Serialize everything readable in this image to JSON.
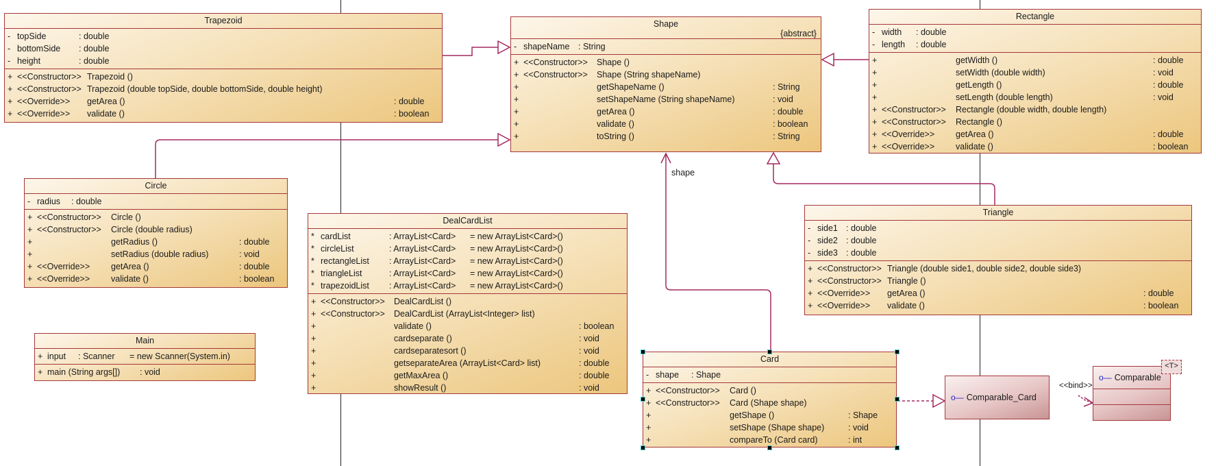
{
  "diagram": {
    "classes": {
      "trapezoid": {
        "name": "Trapezoid",
        "attributes": [
          {
            "vis": "-",
            "name": "topSide",
            "type": ": double"
          },
          {
            "vis": "-",
            "name": "bottomSide",
            "type": ": double"
          },
          {
            "vis": "-",
            "name": "height",
            "type": ": double"
          }
        ],
        "operations": [
          {
            "vis": "+",
            "stereo": "<<Constructor>>",
            "sig": "Trapezoid ()",
            "ret": ""
          },
          {
            "vis": "+",
            "stereo": "<<Constructor>>",
            "sig": "Trapezoid (double topSide, double bottomSide, double height)",
            "ret": ""
          },
          {
            "vis": "+",
            "stereo": "<<Override>>",
            "sig": "getArea ()",
            "ret": ": double"
          },
          {
            "vis": "+",
            "stereo": "<<Override>>",
            "sig": "validate ()",
            "ret": ": boolean"
          }
        ]
      },
      "shape": {
        "name": "Shape",
        "modifier": "{abstract}",
        "attributes": [
          {
            "vis": "-",
            "name": "shapeName",
            "type": ": String"
          }
        ],
        "operations": [
          {
            "vis": "+",
            "stereo": "<<Constructor>>",
            "sig": "Shape ()",
            "ret": ""
          },
          {
            "vis": "+",
            "stereo": "<<Constructor>>",
            "sig": "Shape (String shapeName)",
            "ret": ""
          },
          {
            "vis": "+",
            "stereo": "",
            "sig": "getShapeName ()",
            "ret": ": String"
          },
          {
            "vis": "+",
            "stereo": "",
            "sig": "setShapeName (String shapeName)",
            "ret": ": void"
          },
          {
            "vis": "+",
            "stereo": "",
            "sig": "getArea ()",
            "ret": ": double"
          },
          {
            "vis": "+",
            "stereo": "",
            "sig": "validate ()",
            "ret": ": boolean"
          },
          {
            "vis": "+",
            "stereo": "",
            "sig": "toString ()",
            "ret": ": String"
          }
        ]
      },
      "rectangle": {
        "name": "Rectangle",
        "attributes": [
          {
            "vis": "-",
            "name": "width",
            "type": ": double"
          },
          {
            "vis": "-",
            "name": "length",
            "type": ": double"
          }
        ],
        "operations": [
          {
            "vis": "+",
            "stereo": "",
            "sig": "getWidth ()",
            "ret": ": double"
          },
          {
            "vis": "+",
            "stereo": "",
            "sig": "setWidth (double width)",
            "ret": ": void"
          },
          {
            "vis": "+",
            "stereo": "",
            "sig": "getLength ()",
            "ret": ": double"
          },
          {
            "vis": "+",
            "stereo": "",
            "sig": "setLength (double length)",
            "ret": ": void"
          },
          {
            "vis": "+",
            "stereo": "<<Constructor>>",
            "sig": "Rectangle (double width, double length)",
            "ret": ""
          },
          {
            "vis": "+",
            "stereo": "<<Constructor>>",
            "sig": "Rectangle ()",
            "ret": ""
          },
          {
            "vis": "+",
            "stereo": "<<Override>>",
            "sig": "getArea ()",
            "ret": ": double"
          },
          {
            "vis": "+",
            "stereo": "<<Override>>",
            "sig": "validate ()",
            "ret": ": boolean"
          }
        ]
      },
      "circle": {
        "name": "Circle",
        "attributes": [
          {
            "vis": "-",
            "name": "radius",
            "type": ": double"
          }
        ],
        "operations": [
          {
            "vis": "+",
            "stereo": "<<Constructor>>",
            "sig": "Circle ()",
            "ret": ""
          },
          {
            "vis": "+",
            "stereo": "<<Constructor>>",
            "sig": "Circle (double radius)",
            "ret": ""
          },
          {
            "vis": "+",
            "stereo": "",
            "sig": "getRadius ()",
            "ret": ": double"
          },
          {
            "vis": "+",
            "stereo": "",
            "sig": "setRadius (double radius)",
            "ret": ": void"
          },
          {
            "vis": "+",
            "stereo": "<<Override>>",
            "sig": "getArea ()",
            "ret": ": double"
          },
          {
            "vis": "+",
            "stereo": "<<Override>>",
            "sig": "validate ()",
            "ret": ": boolean"
          }
        ]
      },
      "dealcardlist": {
        "name": "DealCardList",
        "attributes": [
          {
            "vis": "*",
            "name": "cardList",
            "type": ": ArrayList<Card>",
            "init": "= new ArrayList<Card>()"
          },
          {
            "vis": "*",
            "name": "circleList",
            "type": ": ArrayList<Card>",
            "init": "= new ArrayList<Card>()"
          },
          {
            "vis": "*",
            "name": "rectangleList",
            "type": ": ArrayList<Card>",
            "init": "= new ArrayList<Card>()"
          },
          {
            "vis": "*",
            "name": "triangleList",
            "type": ": ArrayList<Card>",
            "init": "= new ArrayList<Card>()"
          },
          {
            "vis": "*",
            "name": "trapezoidList",
            "type": ": ArrayList<Card>",
            "init": "= new ArrayList<Card>()"
          }
        ],
        "operations": [
          {
            "vis": "+",
            "stereo": "<<Constructor>>",
            "sig": "DealCardList ()",
            "ret": ""
          },
          {
            "vis": "+",
            "stereo": "<<Constructor>>",
            "sig": "DealCardList (ArrayList<Integer> list)",
            "ret": ""
          },
          {
            "vis": "+",
            "stereo": "",
            "sig": "validate ()",
            "ret": ": boolean"
          },
          {
            "vis": "+",
            "stereo": "",
            "sig": "cardseparate ()",
            "ret": ": void"
          },
          {
            "vis": "+",
            "stereo": "",
            "sig": "cardseparatesort ()",
            "ret": ": void"
          },
          {
            "vis": "+",
            "stereo": "",
            "sig": "getseparateArea (ArrayList<Card> list)",
            "ret": ": double"
          },
          {
            "vis": "+",
            "stereo": "",
            "sig": "getMaxArea ()",
            "ret": ": double"
          },
          {
            "vis": "+",
            "stereo": "",
            "sig": "showResult ()",
            "ret": ": void"
          }
        ]
      },
      "triangle": {
        "name": "Triangle",
        "attributes": [
          {
            "vis": "-",
            "name": "side1",
            "type": ": double"
          },
          {
            "vis": "-",
            "name": "side2",
            "type": ": double"
          },
          {
            "vis": "-",
            "name": "side3",
            "type": ": double"
          }
        ],
        "operations": [
          {
            "vis": "+",
            "stereo": "<<Constructor>>",
            "sig": "Triangle (double side1, double side2, double side3)",
            "ret": ""
          },
          {
            "vis": "+",
            "stereo": "<<Constructor>>",
            "sig": "Triangle ()",
            "ret": ""
          },
          {
            "vis": "+",
            "stereo": "<<Override>>",
            "sig": "getArea ()",
            "ret": ": double"
          },
          {
            "vis": "+",
            "stereo": "<<Override>>",
            "sig": "validate ()",
            "ret": ": boolean"
          }
        ]
      },
      "main": {
        "name": "Main",
        "attributes": [
          {
            "vis": "+",
            "name": "input",
            "type": ": Scanner",
            "init": "= new Scanner(System.in)"
          }
        ],
        "operations": [
          {
            "vis": "+",
            "stereo": "",
            "sig": "main (String args[])",
            "ret": ": void"
          }
        ]
      },
      "card": {
        "name": "Card",
        "attributes": [
          {
            "vis": "-",
            "name": "shape",
            "type": ": Shape"
          }
        ],
        "operations": [
          {
            "vis": "+",
            "stereo": "<<Constructor>>",
            "sig": "Card ()",
            "ret": ""
          },
          {
            "vis": "+",
            "stereo": "<<Constructor>>",
            "sig": "Card (Shape shape)",
            "ret": ""
          },
          {
            "vis": "+",
            "stereo": "",
            "sig": "getShape ()",
            "ret": ": Shape"
          },
          {
            "vis": "+",
            "stereo": "",
            "sig": "setShape (Shape shape)",
            "ret": ": void"
          },
          {
            "vis": "+",
            "stereo": "",
            "sig": "compareTo (Card card)",
            "ret": ": int"
          }
        ]
      }
    },
    "interfaces": {
      "comparable_card": {
        "name": "Comparable_Card",
        "icon": "interface-lollipop-icon"
      },
      "comparable": {
        "name": "Comparable",
        "icon": "interface-lollipop-icon",
        "template_param": "<T>"
      }
    },
    "labels": {
      "association_role": "shape",
      "bind": "<<bind>>"
    },
    "colors": {
      "border": "#a4373a",
      "link": "#a3285f",
      "class_fill_light": "#fdf6ea",
      "class_fill_dark": "#ecc67d",
      "interface_fill_dark": "#c89494",
      "lollipop": "#2222cc"
    }
  }
}
